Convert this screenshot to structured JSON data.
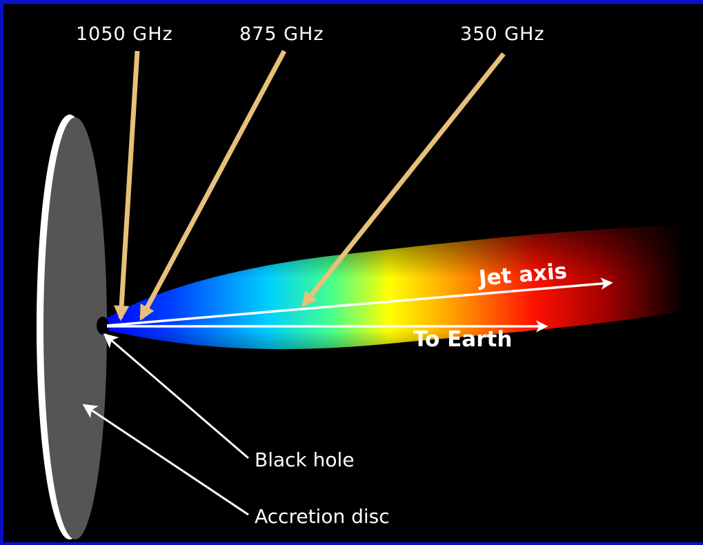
{
  "labels": {
    "freq_1050": "1050 GHz",
    "freq_875": "875 GHz",
    "freq_350": "350 GHz",
    "jet_axis": "Jet axis",
    "to_earth": "To Earth",
    "black_hole": "Black hole",
    "accretion_disc": "Accretion disc"
  },
  "colors": {
    "background": "#000000",
    "border": "#0a10c8",
    "frequency_arrows": "#e8c07a",
    "pointer_arrows": "#ffffff",
    "disc": "#555555",
    "disc_rim": "#ffffff",
    "jet_gradient": [
      "#0000ff",
      "#00c8ff",
      "#ffff00",
      "#ff6000",
      "#d00000",
      "#000000"
    ]
  }
}
